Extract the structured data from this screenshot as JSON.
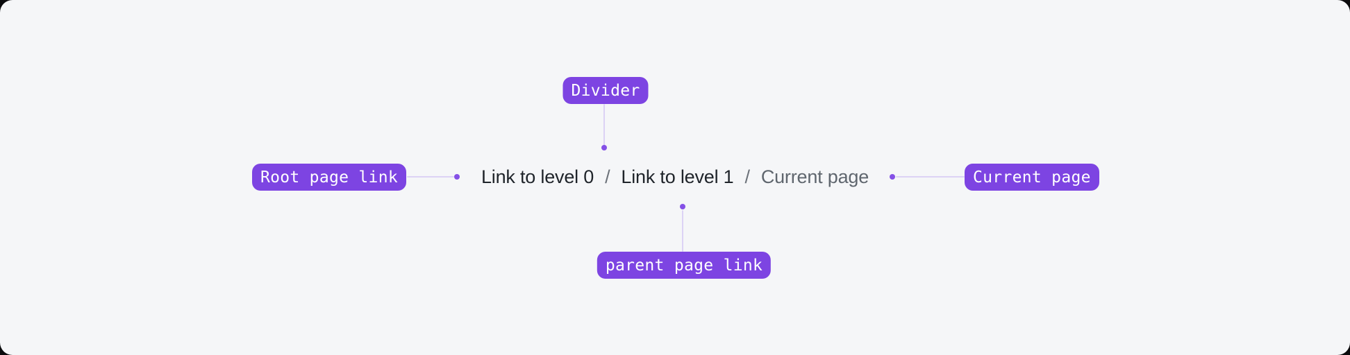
{
  "breadcrumb": {
    "items": [
      {
        "label": "Link to level 0",
        "type": "link"
      },
      {
        "label": "/",
        "type": "divider"
      },
      {
        "label": "Link to level 1",
        "type": "link"
      },
      {
        "label": "/",
        "type": "divider"
      },
      {
        "label": "Current page",
        "type": "current"
      }
    ]
  },
  "annotations": {
    "divider": {
      "label": "Divider"
    },
    "root": {
      "label": "Root page link"
    },
    "current": {
      "label": "Current page"
    },
    "parent": {
      "label": "parent page link"
    }
  },
  "colors": {
    "badge_bg": "#7d44e2",
    "badge_text": "#ffffff",
    "connector_line": "#dcd2f5",
    "connector_dot": "#8450e6",
    "panel_bg": "#f5f6f8",
    "page_bg": "#0b0b0d",
    "link_text": "#1f242a",
    "separator_text": "#6b7179",
    "current_text": "#5f666e"
  }
}
